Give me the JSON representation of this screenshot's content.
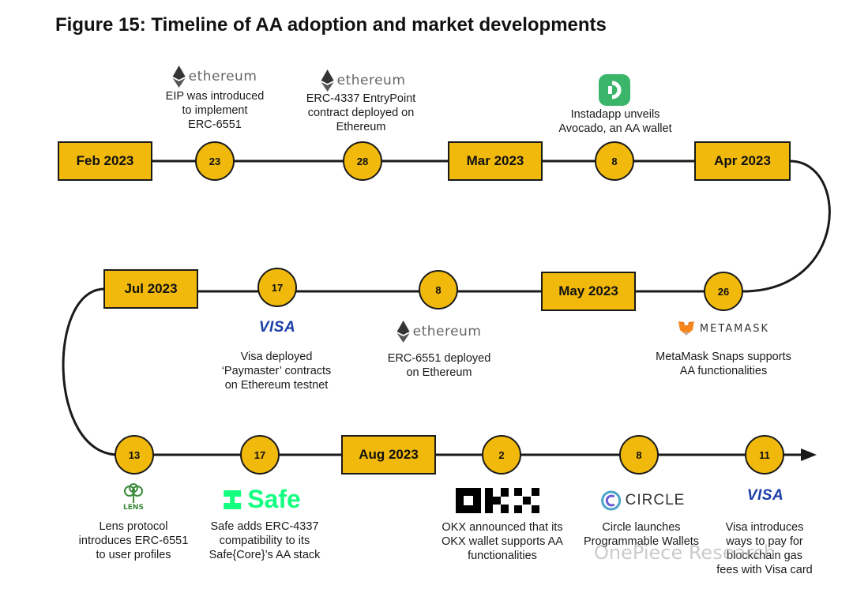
{
  "title": "Figure 15: Timeline of AA adoption and market developments",
  "colors": {
    "accent": "#f0b90b",
    "line": "#1a1a1a",
    "visa": "#1a3ea8",
    "safe": "#12ff80"
  },
  "months": {
    "feb": "Feb 2023",
    "mar": "Mar  2023",
    "apr": "Apr 2023",
    "may": "May 2023",
    "jul": "Jul 2023",
    "aug": "Aug 2023"
  },
  "days": {
    "d23": "23",
    "d28": "28",
    "d8a": "8",
    "d26": "26",
    "d8b": "8",
    "d17a": "17",
    "d13": "13",
    "d17b": "17",
    "d2": "2",
    "d8c": "8",
    "d11": "11"
  },
  "logos": {
    "ethereum": "ethereum",
    "visa": "VISA",
    "metamask": "METAMASK",
    "lens": "LENS",
    "safe": "Safe",
    "circle": "CIRCLE"
  },
  "events": {
    "eip6551": [
      "EIP was introduced",
      "to implement",
      "ERC-6551"
    ],
    "erc4337": [
      "ERC-4337 EntryPoint",
      "contract deployed on",
      "Ethereum"
    ],
    "instadapp": [
      "Instadapp unveils",
      "Avocado, an AA wallet"
    ],
    "metamask": [
      "MetaMask Snaps supports",
      "AA functionalities"
    ],
    "erc6551deploy": [
      "ERC-6551 deployed",
      "on Ethereum"
    ],
    "visa_paymaster": [
      "Visa deployed",
      "‘Paymaster’ contracts",
      "on Ethereum testnet"
    ],
    "lens": [
      "Lens protocol",
      "introduces ERC-6551",
      "to user profiles"
    ],
    "safe": [
      "Safe adds ERC-4337",
      "compatibility to its",
      "Safe{Core}’s AA stack"
    ],
    "okx": [
      "OKX announced that its",
      "OKX wallet supports AA",
      "functionalities"
    ],
    "circle": [
      "Circle launches",
      "Programmable Wallets"
    ],
    "visa_card": [
      "Visa introduces",
      "ways to pay for",
      "blockchain gas",
      "fees with Visa card"
    ]
  },
  "watermark": "OnePiece Research"
}
